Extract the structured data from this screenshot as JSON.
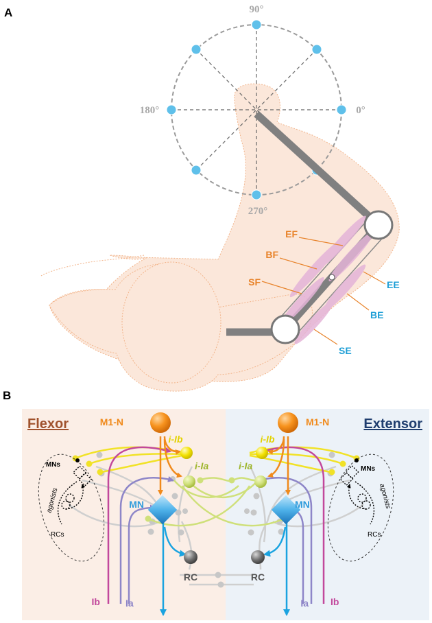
{
  "panel_a": {
    "label": "A",
    "angles": {
      "top": "90°",
      "left": "180°",
      "right": "0°",
      "bottom": "270°"
    },
    "flexor_muscles": [
      "EF",
      "BF",
      "SF"
    ],
    "extensor_muscles": [
      "EE",
      "BE",
      "SE"
    ]
  },
  "panel_b": {
    "label": "B",
    "flexor_title": "Flexor",
    "extensor_title": "Extensor",
    "m1_left": "M1-N",
    "m1_right": "M1-N",
    "ilb_left": "i-Ib",
    "ilb_right": "i-Ib",
    "ila_left": "i-Ia",
    "ila_right": "i-Ia",
    "mn_left": "MN",
    "mn_right": "MN",
    "rc_left": "RC",
    "rc_right": "RC",
    "ib_left": "Ib",
    "ia_left": "Ia",
    "ia_right": "Ia",
    "ib_right": "Ib",
    "mns_left": "MNs",
    "mns_right": "MNs",
    "agonists_left": "agonists",
    "agonists_right": "agonists",
    "rcs_left": "RCs",
    "rcs_right": "RCs"
  },
  "colors": {
    "flexor_title": "#a0522d",
    "extensor_title": "#1f3d6e",
    "m1": "#f08a1c",
    "ilb": "#e8d800",
    "ila": "#b5cf3a",
    "mn": "#2f9bdc",
    "ib": "#c2489c",
    "ia": "#8e86c8",
    "out": "#1aa3e0"
  }
}
